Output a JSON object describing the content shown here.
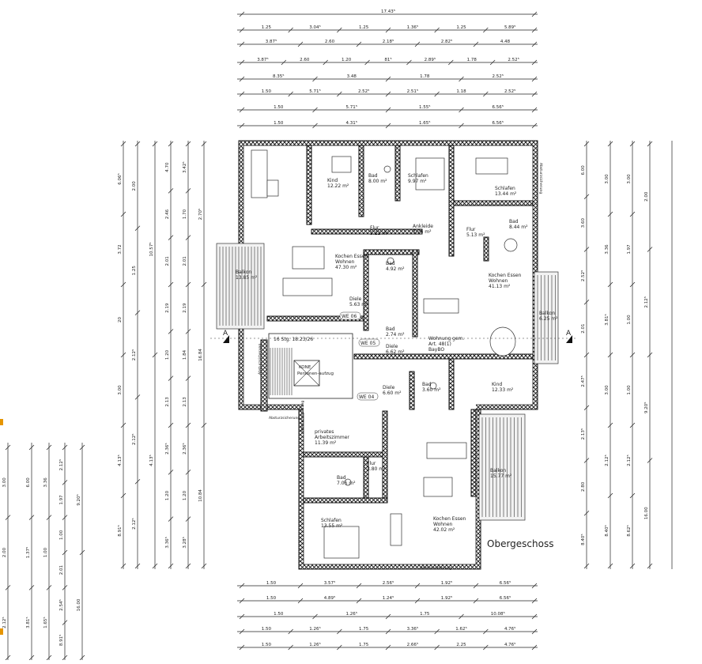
{
  "plan_title": "Obergeschoss",
  "colors": {
    "line": "#222222",
    "accent": "#e69500",
    "background": "#ffffff"
  },
  "rooms": [
    {
      "id": "kind1",
      "name": "Kind",
      "area": "12.22 m²"
    },
    {
      "id": "bad1",
      "name": "Bad",
      "area": "8.00 m²"
    },
    {
      "id": "schlafen1",
      "name": "Schlafen",
      "area": "9.97 m²"
    },
    {
      "id": "schlafen2",
      "name": "Schlafen",
      "area": "13.44 m²"
    },
    {
      "id": "flur1",
      "name": "Flur",
      "area": "3.22 m²"
    },
    {
      "id": "ankleide",
      "name": "Ankleide",
      "area": "7.76 m²"
    },
    {
      "id": "bad2",
      "name": "Bad",
      "area": "8.44 m²"
    },
    {
      "id": "flur2",
      "name": "Flur",
      "area": "5.13 m²"
    },
    {
      "id": "kochen1",
      "name": "Kochen Essen Wohnen",
      "area": "47.30 m²"
    },
    {
      "id": "bad3",
      "name": "Bad",
      "area": "4.92 m²"
    },
    {
      "id": "kochen2",
      "name": "Kochen Essen Wohnen",
      "area": "41.13 m²"
    },
    {
      "id": "balkon1",
      "name": "Balkon",
      "area": "13.85 m²"
    },
    {
      "id": "diele1",
      "name": "Diele",
      "area": "5.63 m²"
    },
    {
      "id": "bad4",
      "name": "Bad",
      "area": "2.74 m²"
    },
    {
      "id": "balkon2",
      "name": "Balkon",
      "area": "6.25 m²"
    },
    {
      "id": "diele2",
      "name": "Diele",
      "area": "6.62 m²"
    },
    {
      "id": "wohnung",
      "name": "Wohnung gem. Art. 48(1) BayBO",
      "area": ""
    },
    {
      "id": "kind2",
      "name": "Kind",
      "area": "12.33 m²"
    },
    {
      "id": "diele3",
      "name": "Diele",
      "area": "6.60 m²"
    },
    {
      "id": "bad5",
      "name": "Bad",
      "area": "3.60 m²"
    },
    {
      "id": "arbeit",
      "name": "privates Arbeitszimmer",
      "area": "11.39 m²"
    },
    {
      "id": "flur3",
      "name": "Flur",
      "area": "3.80 m²"
    },
    {
      "id": "bad6",
      "name": "Bad",
      "area": "7.06 m²"
    },
    {
      "id": "balkon3",
      "name": "Balkon",
      "area": "15.77 m²"
    },
    {
      "id": "schlafen3",
      "name": "Schlafen",
      "area": "13.55 m²"
    },
    {
      "id": "kochen3",
      "name": "Kochen Essen Wohnen",
      "area": "42.02 m²"
    }
  ],
  "annotations": {
    "stair": "16 Stg. 18.23/26",
    "elevator": "KONE Personen-aufzug",
    "we_labels": [
      "WE 06",
      "WE 05",
      "WE 04"
    ],
    "section_mark": "A",
    "absturz": [
      "Absturzsicherung",
      "Absturzsicherung",
      "Absturzsicherung",
      "Absturzsicherung",
      "Absturzsicherung"
    ]
  },
  "top_dimensions": [
    [
      "17.43⁵"
    ],
    [
      "1.25",
      "3.04⁵",
      "1.25",
      "1.36⁵",
      "1.25",
      "5.89⁵"
    ],
    [
      "3.87⁵",
      "2.60",
      "2.18⁵",
      "2.82⁵",
      "4.48"
    ],
    [
      "3.87⁵",
      "2.60",
      "1.20",
      "81⁵",
      "2.89⁵",
      "1.78",
      "2.52⁵"
    ],
    [
      "8.35⁵",
      "3.48",
      "1.78",
      "2.52⁵"
    ],
    [
      "1.50",
      "5.71⁵",
      "2.52⁵",
      "2.51⁵",
      "1.18",
      "2.52⁵"
    ],
    [
      "1.50",
      "5.71⁵",
      "1.55⁵",
      "6.56⁵"
    ],
    [
      "1.50",
      "4.31⁵",
      "1.65⁵",
      "6.56⁵"
    ]
  ],
  "bottom_dimensions": [
    [
      "1.50",
      "3.57⁵",
      "2.56⁵",
      "1.92⁵",
      "6.56⁵"
    ],
    [
      "1.50",
      "4.89⁵",
      "1.24⁵",
      "1.92⁵",
      "6.56⁵"
    ],
    [
      "1.50",
      "1.26⁵",
      "1.75",
      "10.08⁵"
    ],
    [
      "1.50",
      "1.26⁵",
      "1.75",
      "3.36⁵",
      "1.62⁵",
      "4.76⁵"
    ],
    [
      "1.50",
      "1.26⁵",
      "1.75",
      "2.66⁵",
      "2.25",
      "4.76⁵"
    ]
  ],
  "left_dimensions": [
    [
      "6.06⁵",
      "3.72",
      "20",
      "3.00",
      "4.13⁵",
      "8.91⁵"
    ],
    [
      "2.00",
      "1.25",
      "2.12⁵",
      "2.12⁵",
      "2.12⁵"
    ],
    [
      "10.57⁵",
      "4.13⁵"
    ],
    [
      "4.70",
      "2.46",
      "2.01",
      "2.19",
      "1.20",
      "2.13",
      "2.36⁵",
      "1.20",
      "3.36⁵"
    ],
    [
      "3.42⁵",
      "1.70",
      "2.01",
      "2.19",
      "1.84",
      "2.13",
      "2.36⁵",
      "1.20",
      "3.28⁵"
    ],
    [
      "2.70⁵",
      "16.84",
      "10.84"
    ]
  ],
  "right_dimensions": [
    [
      "6.00",
      "3.60",
      "2.52⁵",
      "2.01",
      "2.47⁵",
      "2.13⁵",
      "2.80",
      "8.40⁵"
    ],
    [
      "3.00",
      "3.36",
      "3.81⁵",
      "3.00",
      "2.12⁵",
      "8.40⁵"
    ],
    [
      "3.00",
      "1.97",
      "1.00",
      "1.00",
      "2.12⁵",
      "8.62⁵"
    ],
    [
      "2.00",
      "2.12⁵",
      "9.20⁵",
      "16.00"
    ]
  ],
  "far_left_dimensions": [
    [
      "3.00",
      "2.00",
      "2.12⁵"
    ],
    [
      "6.00",
      "1.37⁵",
      "3.81⁵"
    ],
    [
      "3.36",
      "1.00",
      "1.65⁵"
    ],
    [
      "2.12⁵",
      "1.97",
      "1.00",
      "2.01",
      "2.54⁵",
      "8.91⁵"
    ],
    [
      "9.20⁵",
      "16.00"
    ]
  ]
}
